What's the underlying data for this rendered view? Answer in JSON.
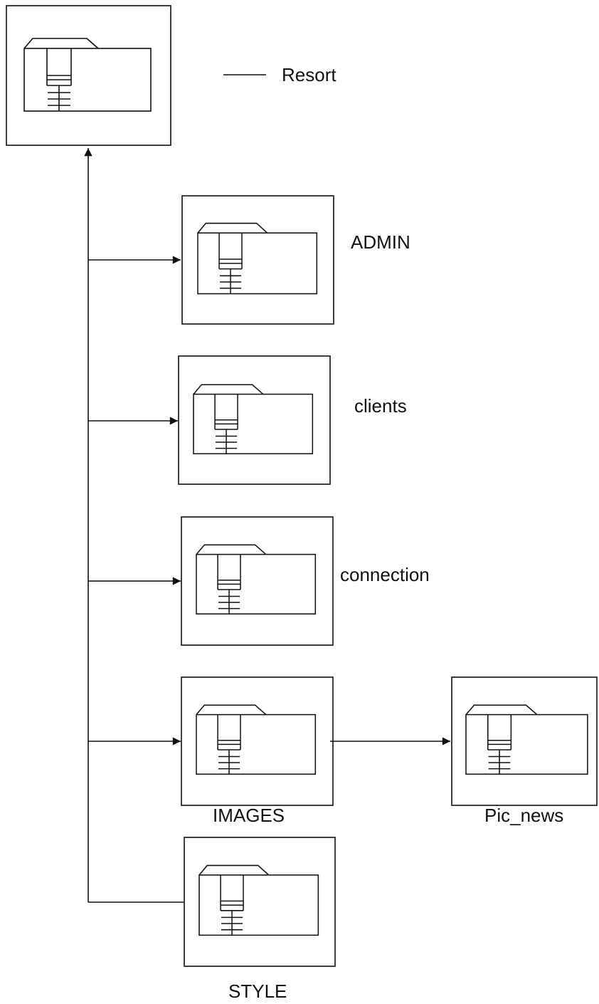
{
  "diagram": {
    "root": {
      "label": "Resort",
      "icon": "database-folder-icon"
    },
    "children": [
      {
        "id": "admin",
        "label": "ADMIN",
        "icon": "database-folder-icon"
      },
      {
        "id": "clients",
        "label": "clients",
        "icon": "database-folder-icon"
      },
      {
        "id": "connection",
        "label": "connection",
        "icon": "database-folder-icon"
      },
      {
        "id": "images",
        "label": "IMAGES",
        "icon": "database-folder-icon"
      },
      {
        "id": "style",
        "label": "STYLE",
        "icon": "database-folder-icon"
      }
    ],
    "grandchildren": [
      {
        "id": "pic-news",
        "parent": "images",
        "label": "Pic_news",
        "icon": "database-folder-icon"
      }
    ],
    "colors": {
      "stroke": "#111111",
      "background": "#ffffff"
    }
  }
}
